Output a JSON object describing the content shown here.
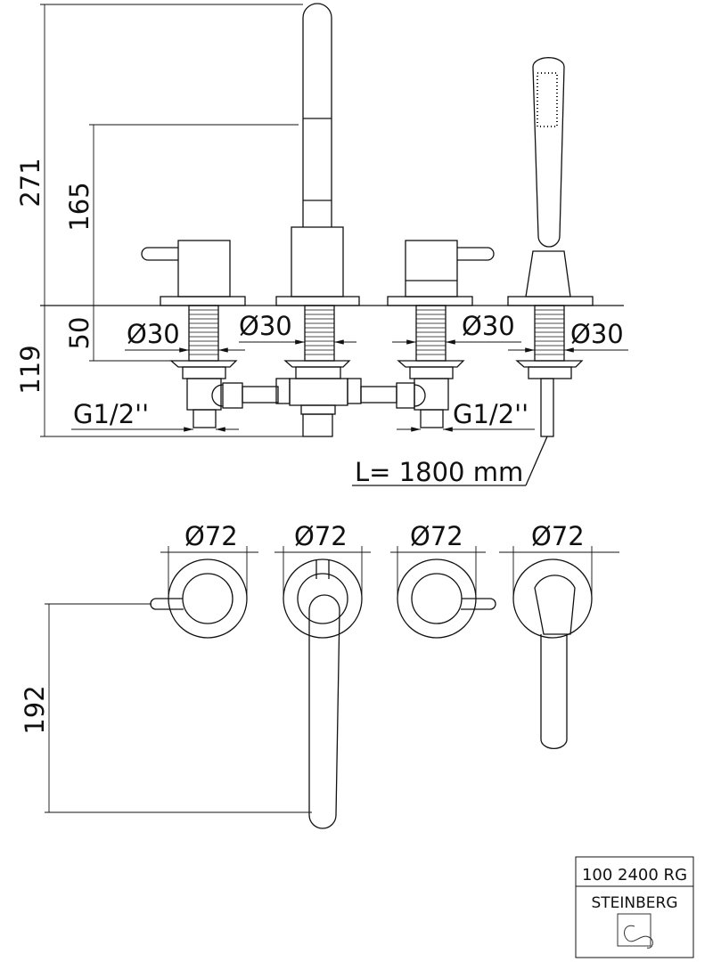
{
  "dimensions": {
    "total_height": "271",
    "spout_height": "165",
    "deck_thickness": "50",
    "below_deck": "119",
    "projection": "192",
    "pipe_diameter": [
      "Ø30",
      "Ø30",
      "Ø30",
      "Ø30"
    ],
    "rosette_diameter": [
      "Ø72",
      "Ø72",
      "Ø72",
      "Ø72"
    ],
    "thread_left": "G1/2''",
    "thread_right": "G1/2''",
    "hose_length": "L= 1800 mm"
  },
  "title_block": {
    "article_number": "100 2400 RG",
    "brand": "STEINBERG"
  },
  "colors": {
    "line": "#111111",
    "background": "#ffffff"
  }
}
